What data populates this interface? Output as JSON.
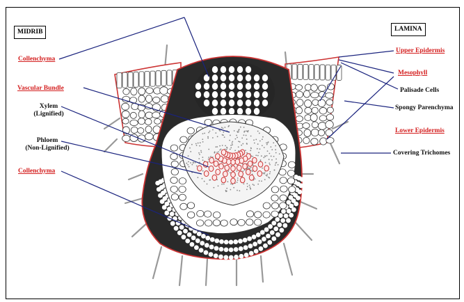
{
  "boxes": {
    "midrib": "MIDRIB",
    "lamina": "LAMINA"
  },
  "labels": {
    "collenchyma_upper": "Collenchyma",
    "vascular_bundle": "Vascular Bundle",
    "xylem": "Xylem",
    "xylem_note": "(Lignified)",
    "phloem": "Phloem",
    "phloem_note": "(Non-Lignified)",
    "collenchyma_lower": "Collenchyma",
    "upper_epidermis": "Upper Epidermis",
    "mesophyll": "Mesophyll",
    "palisade_cells": "Palisade Cells",
    "spongy_parenchyma": "Spongy Parenchyma",
    "lower_epidermis": "Lower Epidermis",
    "covering_trichomes": "Covering Trichomes"
  },
  "colors": {
    "label_red": "#d42020",
    "label_dark": "#111111",
    "line_blue": "#1a237e",
    "epidermis_red": "#cc3333",
    "cell_dark": "#2a2a2a"
  }
}
